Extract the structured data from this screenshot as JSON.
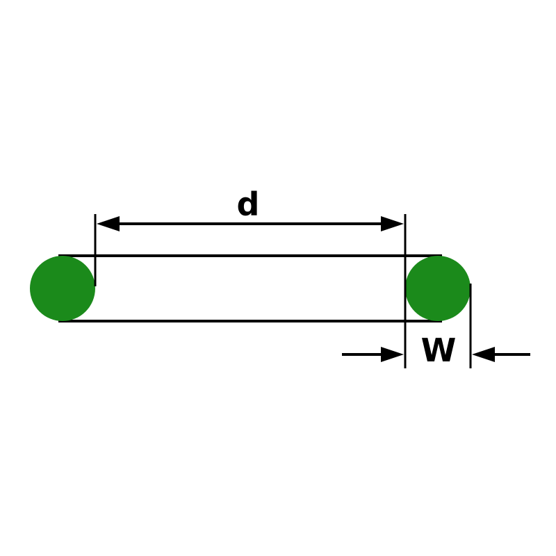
{
  "diagram": {
    "kind": "o-ring-dimension-drawing",
    "labels": {
      "inner_diameter": "d",
      "cross_section_width": "W"
    },
    "colors": {
      "ring_fill": "#1b8a1b",
      "line": "#000000",
      "background": "#ffffff"
    }
  }
}
